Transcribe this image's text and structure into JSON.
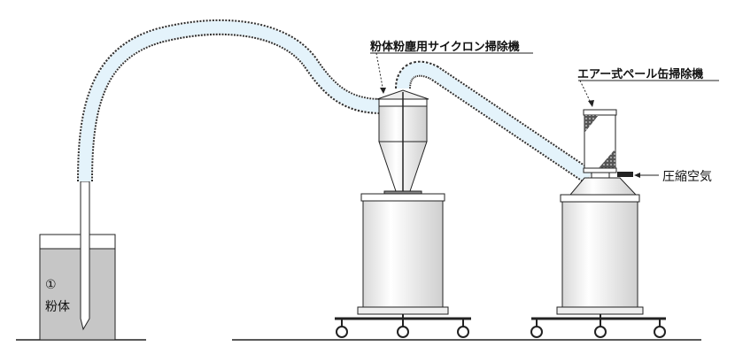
{
  "labels": {
    "cyclone": "粉体粉塵用サイクロン掃除機",
    "pail_cleaner": "エアー式ペール缶掃除機",
    "compressed_air": "圧縮空気",
    "powder_number": "①",
    "powder": "粉体"
  },
  "colors": {
    "hose": "#e4f3fb",
    "powder": "#c6c6c6",
    "outline": "#222222"
  }
}
